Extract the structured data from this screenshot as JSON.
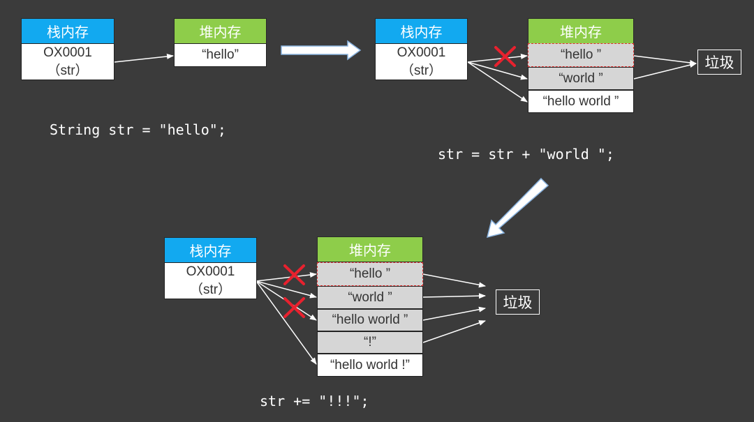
{
  "labels": {
    "stack_header": "栈内存",
    "heap_header": "堆内存",
    "stack_address": "OX0001",
    "stack_var": "（str）",
    "garbage": "垃圾"
  },
  "strings": {
    "hello_1": "“hello”",
    "hello": "“hello ”",
    "world": "“world ”",
    "hello_world": "“hello world ”",
    "bang": "“!”",
    "hello_world_bang": "“hello world !”"
  },
  "code": {
    "step1": "String str = \"hello\";",
    "step2": "str = str + \"world \";",
    "step3": "str += \"!!!\";"
  },
  "colors": {
    "background": "#3b3b3b",
    "stack_header": "#12a9f0",
    "heap_header": "#8ecd4a",
    "gray_cell": "#d6d6d6",
    "cross": "#e8212e",
    "arrow_fill": "#ffffff",
    "arrow_border": "#8ab4e0"
  }
}
